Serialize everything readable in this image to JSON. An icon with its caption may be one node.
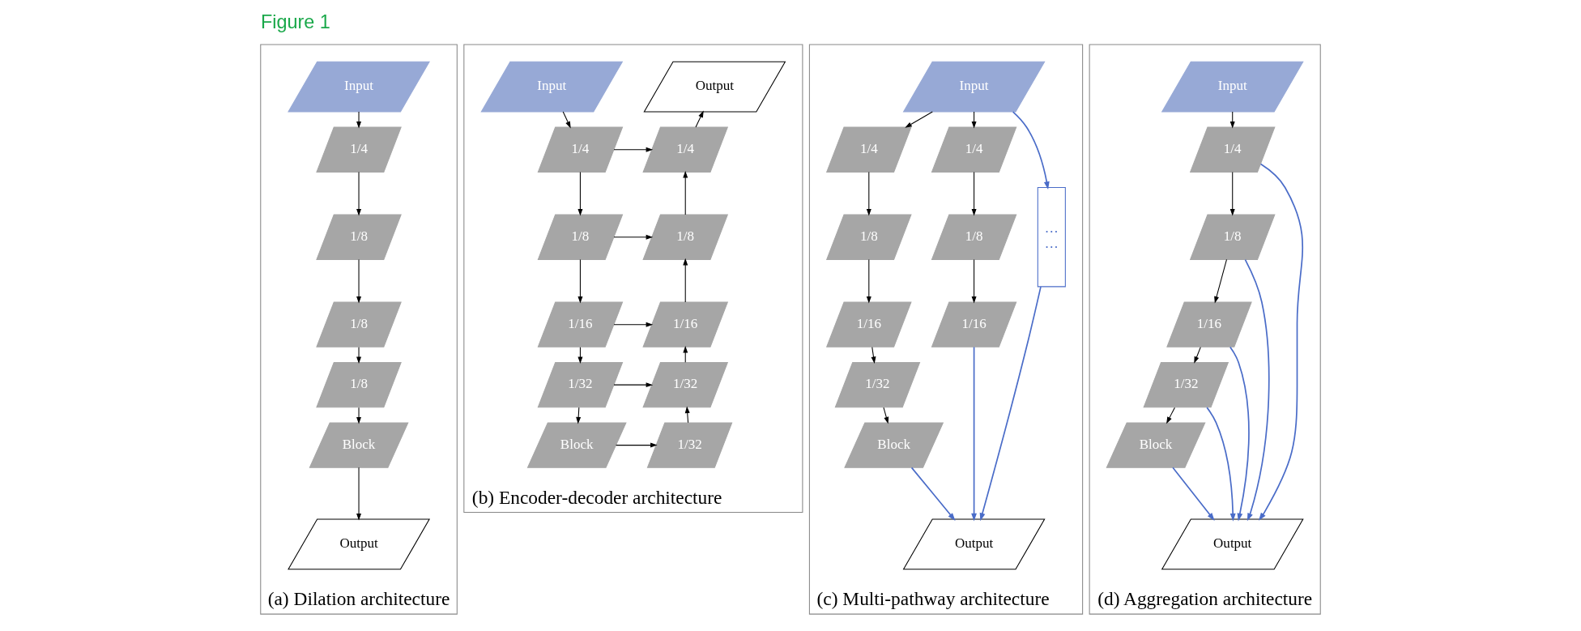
{
  "diagram": {
    "title": "Figure 1",
    "nodes": [
      {
        "text": [
          "(a) Dilation architecture"
        ]
      },
      {
        "text": [
          "Input"
        ],
        "in": 0
      },
      {
        "text": [
          "1/4"
        ],
        "in": 0
      },
      {
        "text": [
          "1/8"
        ],
        "in": 0
      },
      {
        "text": [
          "1/8"
        ],
        "in": 0
      },
      {
        "text": [
          "1/8"
        ],
        "in": 0
      },
      {
        "text": [
          "Block"
        ],
        "in": 0
      },
      {
        "text": [
          "Output"
        ],
        "in": 0
      },
      {
        "text": [
          "(b) Encoder-decoder architecture"
        ]
      },
      {
        "text": [
          "Input"
        ],
        "in": 8
      },
      {
        "text": [
          "1/4"
        ],
        "in": 8
      },
      {
        "text": [
          "1/8"
        ],
        "in": 8
      },
      {
        "text": [
          "1/16"
        ],
        "in": 8
      },
      {
        "text": [
          "1/32"
        ],
        "in": 8
      },
      {
        "text": [
          "Block"
        ],
        "in": 8
      },
      {
        "text": [
          "Output"
        ],
        "in": 8
      },
      {
        "text": [
          "1/4"
        ],
        "in": 8
      },
      {
        "text": [
          "1/8"
        ],
        "in": 8
      },
      {
        "text": [
          "1/16"
        ],
        "in": 8
      },
      {
        "text": [
          "1/32"
        ],
        "in": 8
      },
      {
        "text": [
          "1/32"
        ],
        "in": 8
      },
      {
        "text": [
          "(c) Multi-pathway architecture"
        ]
      },
      {
        "text": [
          "Input"
        ],
        "in": 21
      },
      {
        "text": [
          "1/4"
        ],
        "in": 21
      },
      {
        "text": [
          "1/8"
        ],
        "in": 21
      },
      {
        "text": [
          "1/16"
        ],
        "in": 21
      },
      {
        "text": [
          "1/32"
        ],
        "in": 21
      },
      {
        "text": [
          "Block"
        ],
        "in": 21
      },
      {
        "text": [
          "1/4"
        ],
        "in": 21
      },
      {
        "text": [
          "1/8"
        ],
        "in": 21
      },
      {
        "text": [
          "1/16"
        ],
        "in": 21
      },
      {
        "text": [
          "…",
          "…"
        ],
        "in": 21
      },
      {
        "text": [
          "Output"
        ],
        "in": 21
      },
      {
        "text": [
          "(d) Aggregation architecture"
        ]
      },
      {
        "text": [
          "Input"
        ],
        "in": 33
      },
      {
        "text": [
          "1/4"
        ],
        "in": 33
      },
      {
        "text": [
          "1/8"
        ],
        "in": 33
      },
      {
        "text": [
          "1/16"
        ],
        "in": 33
      },
      {
        "text": [
          "1/32"
        ],
        "in": 33
      },
      {
        "text": [
          "Block"
        ],
        "in": 33
      },
      {
        "text": [
          "Output"
        ],
        "in": 33
      }
    ],
    "edges": [
      {
        "from": 1,
        "to": 2,
        "arrow": "to"
      },
      {
        "from": 2,
        "to": 3,
        "arrow": "to"
      },
      {
        "from": 3,
        "to": 4,
        "arrow": "to"
      },
      {
        "from": 4,
        "to": 5,
        "arrow": "to"
      },
      {
        "from": 5,
        "to": 6,
        "arrow": "to"
      },
      {
        "from": 6,
        "to": 7,
        "arrow": "to"
      },
      {
        "from": 9,
        "to": 10,
        "arrow": "to"
      },
      {
        "from": 10,
        "to": 11,
        "arrow": "to"
      },
      {
        "from": 11,
        "to": 12,
        "arrow": "to"
      },
      {
        "from": 12,
        "to": 13,
        "arrow": "to"
      },
      {
        "from": 13,
        "to": 14,
        "arrow": "to"
      },
      {
        "from": 10,
        "to": 16,
        "arrow": "to"
      },
      {
        "from": 11,
        "to": 17,
        "arrow": "to"
      },
      {
        "from": 12,
        "to": 18,
        "arrow": "to"
      },
      {
        "from": 13,
        "to": 19,
        "arrow": "to"
      },
      {
        "from": 14,
        "to": 20,
        "arrow": "to"
      },
      {
        "from": 20,
        "to": 19,
        "arrow": "to"
      },
      {
        "from": 19,
        "to": 18,
        "arrow": "to"
      },
      {
        "from": 18,
        "to": 17,
        "arrow": "to"
      },
      {
        "from": 17,
        "to": 16,
        "arrow": "to"
      },
      {
        "from": 16,
        "to": 15,
        "arrow": "to"
      },
      {
        "from": 22,
        "to": 23,
        "arrow": "to"
      },
      {
        "from": 23,
        "to": 24,
        "arrow": "to"
      },
      {
        "from": 24,
        "to": 25,
        "arrow": "to"
      },
      {
        "from": 25,
        "to": 26,
        "arrow": "to"
      },
      {
        "from": 26,
        "to": 27,
        "arrow": "to"
      },
      {
        "from": 22,
        "to": 28,
        "arrow": "to"
      },
      {
        "from": 28,
        "to": 29,
        "arrow": "to"
      },
      {
        "from": 29,
        "to": 30,
        "arrow": "to"
      },
      {
        "from": 22,
        "to": 31,
        "arrow": "to",
        "color": "#4a6cc8"
      },
      {
        "from": 27,
        "to": 32,
        "arrow": "to",
        "color": "#4a6cc8"
      },
      {
        "from": 30,
        "to": 32,
        "arrow": "to",
        "color": "#4a6cc8"
      },
      {
        "from": 31,
        "to": 32,
        "arrow": "to",
        "color": "#4a6cc8"
      },
      {
        "from": 34,
        "to": 35,
        "arrow": "to"
      },
      {
        "from": 35,
        "to": 36,
        "arrow": "to"
      },
      {
        "from": 36,
        "to": 37,
        "arrow": "to"
      },
      {
        "from": 37,
        "to": 38,
        "arrow": "to"
      },
      {
        "from": 38,
        "to": 39,
        "arrow": "to"
      },
      {
        "from": 35,
        "to": 40,
        "arrow": "to",
        "color": "#4a6cc8"
      },
      {
        "from": 36,
        "to": 40,
        "arrow": "to",
        "color": "#4a6cc8"
      },
      {
        "from": 37,
        "to": 40,
        "arrow": "to",
        "color": "#4a6cc8"
      },
      {
        "from": 38,
        "to": 40,
        "arrow": "to",
        "color": "#4a6cc8"
      },
      {
        "from": 39,
        "to": 40,
        "arrow": "to",
        "color": "#4a6cc8"
      }
    ]
  }
}
